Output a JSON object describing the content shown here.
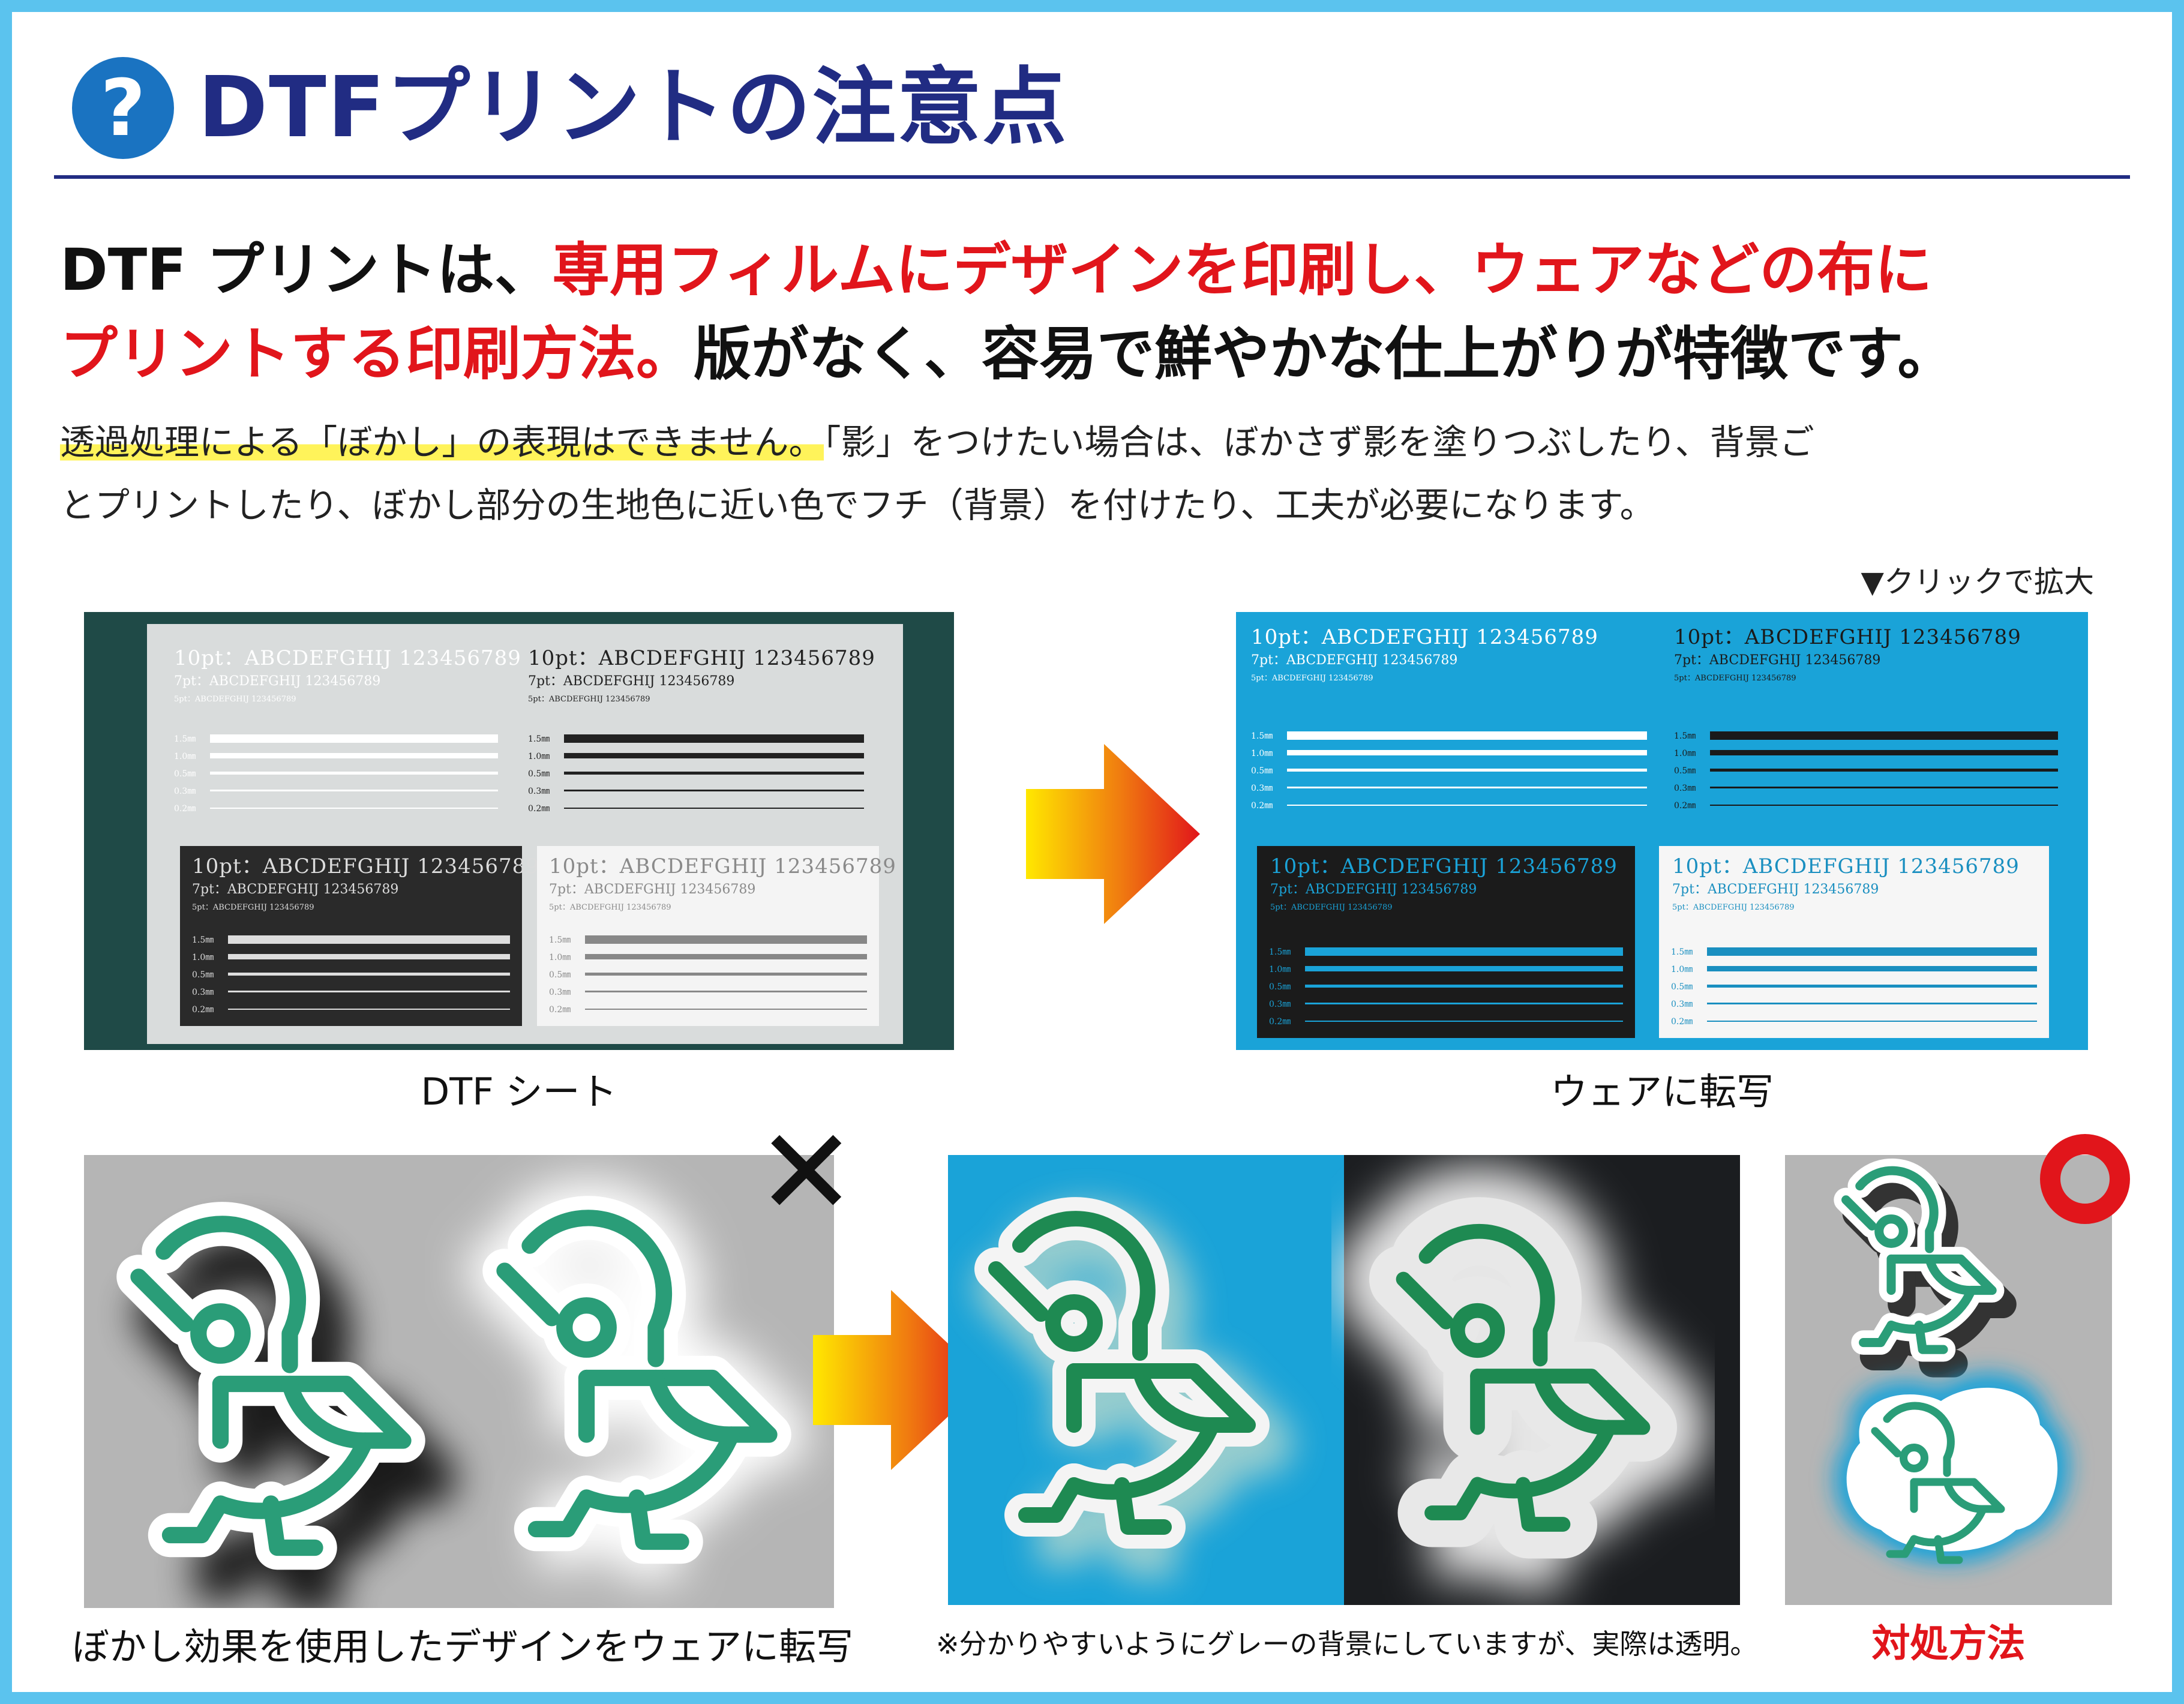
{
  "header": {
    "icon": "question-circle-icon",
    "icon_glyph": "?",
    "title": "DTFプリントの注意点"
  },
  "lead": {
    "line1_a": "DTF プリントは、",
    "line1_b": "専用フィルムにデザインを印刷し、ウェアなどの布に",
    "line2_a": "プリントする印刷方法。",
    "line2_b": "版がなく、容易で鮮やかな仕上がりが特徴です。"
  },
  "body": {
    "line1_highlight": "透過処理による「ぼかし」の表現はできません。",
    "line1_rest": "「影」をつけたい場合は、ぼかさず影を塗りつぶしたり、背景ご",
    "line2": "とプリントしたり、ぼかし部分の生地色に近い色でフチ（背景）を付けたり、工夫が必要になります。"
  },
  "zoom_hint": "▼クリックで拡大",
  "samples": {
    "t1": "10pt：ABCDEFGHIJ 123456789",
    "t2": "7pt：ABCDEFGHIJ 123456789",
    "t3": "5pt：ABCDEFGHIJ 123456789",
    "lines": [
      "1.5㎜",
      "1.0㎜",
      "0.5㎜",
      "0.3㎜",
      "0.2㎜"
    ]
  },
  "captions": {
    "sheet": "DTF シート",
    "shirt": "ウェアに転写",
    "blur_design": "ぼかし効果を使用したデザインをウェアに転写",
    "note": "※分かりやすいようにグレーの背景にしていますが、実際は透明。",
    "solution": "対処方法"
  },
  "marks": {
    "bad": "✕",
    "good": "○"
  },
  "colors": {
    "frame": "#5bc3ee",
    "title_navy": "#212c83",
    "accent_red": "#e1151b",
    "highlight": "#fff35a",
    "bird_green": "#2a9d78",
    "shirt_blue": "#1aa3d8"
  }
}
